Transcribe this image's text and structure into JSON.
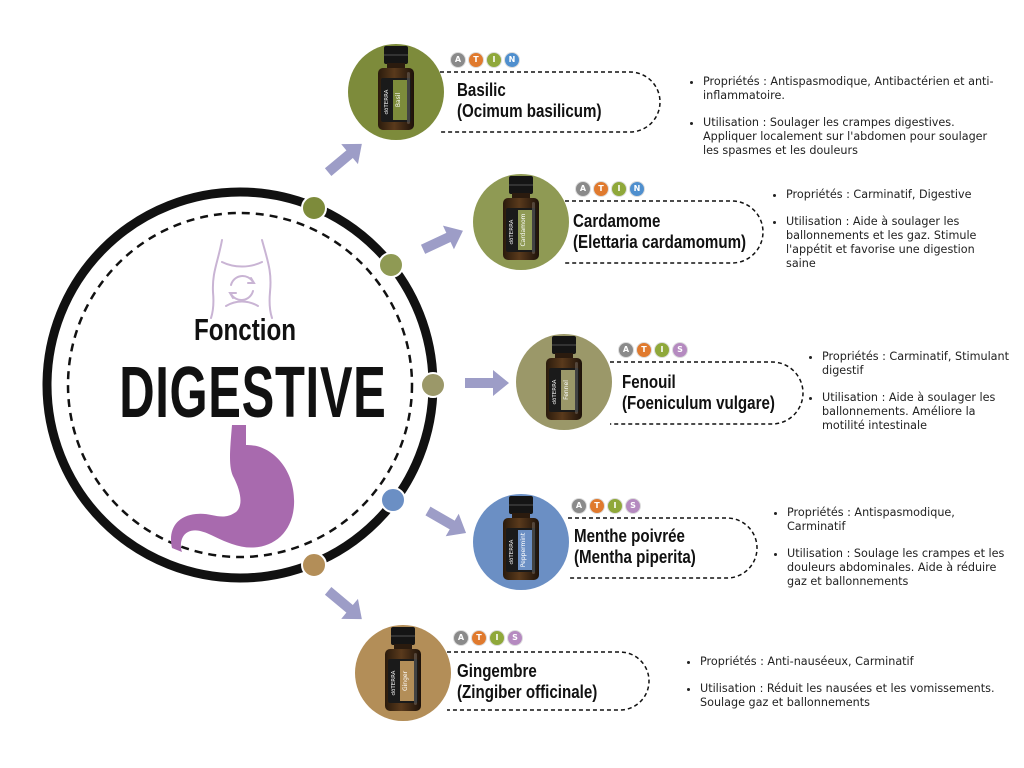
{
  "title": {
    "line1": "Fonction",
    "line2": "DIGESTIVE"
  },
  "colors": {
    "olive_dark": "#7d8b3b",
    "olive_mid": "#8f9a54",
    "olive_light": "#9b9869",
    "blue": "#6b8fc4",
    "tan": "#b38e58",
    "arrow": "#9d9dc7",
    "stomach": "#a86aae",
    "body_outline": "#c9b4d4",
    "badge_a": "#8a8a8a",
    "badge_t": "#e07a2e",
    "badge_i": "#8fa83a",
    "badge_n": "#4f8fce",
    "badge_s": "#b58ac0"
  },
  "icons": {
    "top": "abdomen-outline-icon",
    "bottom": "stomach-icon"
  },
  "oils": [
    {
      "name": "Basilic",
      "latin": "(Ocimum basilicum)",
      "badges": [
        "A",
        "T",
        "I",
        "N"
      ],
      "properties": "Propriétés : Antispasmodique, Antibactérien et anti-inflammatoire.",
      "usage": "Utilisation : Soulager les crampes digestives. Appliquer localement sur l'abdomen pour soulager les spasmes et les douleurs"
    },
    {
      "name": "Cardamome",
      "latin": "(Elettaria cardamomum)",
      "badges": [
        "A",
        "T",
        "I",
        "N"
      ],
      "properties": "Propriétés : Carminatif, Digestive",
      "usage": "Utilisation : Aide à soulager les ballonnements et les gaz. Stimule l'appétit et favorise une digestion saine"
    },
    {
      "name": "Fenouil",
      "latin": "(Foeniculum vulgare)",
      "badges": [
        "A",
        "T",
        "I",
        "S"
      ],
      "properties": "Propriétés : Carminatif, Stimulant digestif",
      "usage": "Utilisation : Aide à soulager les ballonnements. Améliore la motilité intestinale"
    },
    {
      "name": "Menthe poivrée",
      "latin": "(Mentha piperita)",
      "badges": [
        "A",
        "T",
        "I",
        "S"
      ],
      "properties": "Propriétés : Antispasmodique, Carminatif",
      "usage": "Utilisation : Soulage les crampes et les douleurs abdominales. Aide à réduire gaz et ballonnements"
    },
    {
      "name": "Gingembre",
      "latin": "(Zingiber officinale)",
      "badges": [
        "A",
        "T",
        "I",
        "S"
      ],
      "properties": "Propriétés : Anti-nauséeux, Carminatif",
      "usage": "Utilisation : Réduit les nausées et les vomissements. Soulage gaz et ballonnements"
    }
  ],
  "bottle": {
    "brand": "dōTERRA",
    "labels": [
      "Basil",
      "Cardamom",
      "Fennel",
      "Peppermint",
      "Ginger"
    ]
  }
}
